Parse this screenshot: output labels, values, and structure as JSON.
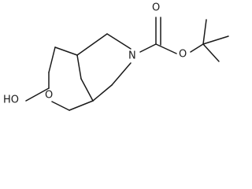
{
  "molecule": {
    "atom_labels": {
      "carbonyl_oxygen": "O",
      "ester_oxygen": "O",
      "amine_nitrogen": "N",
      "ring_oxygen": "O",
      "hydroxyl": "HO"
    }
  }
}
